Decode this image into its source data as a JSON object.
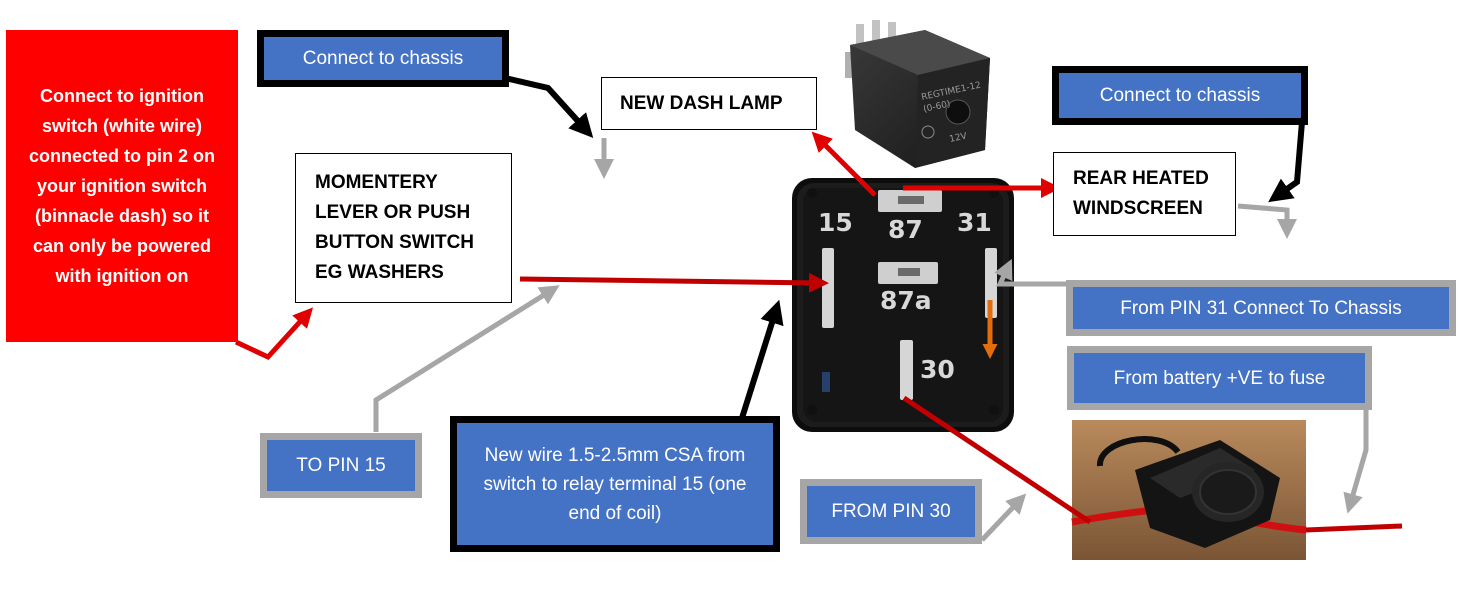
{
  "labels": {
    "ignition_note": "Connect to ignition switch (white wire) connected to pin 2 on your ignition switch (binnacle dash)  so it can only be powered with ignition on",
    "chassis_left": "Connect to chassis",
    "chassis_right": "Connect to chassis",
    "dash_lamp": "NEW DASH LAMP",
    "momentary_switch": "MOMENTERY LEVER OR PUSH BUTTON SWITCH EG WASHERS",
    "rear_screen": "REAR HEATED WINDSCREEN",
    "pin31_chassis": "From PIN 31 Connect To Chassis",
    "battery_fuse": "From battery +VE to fuse",
    "to_pin15": "TO PIN 15",
    "new_wire": "New wire 1.5-2.5mm CSA from switch to relay terminal 15 (one end of coil)",
    "from_pin30": "FROM PIN 30"
  },
  "relay_pins": {
    "p15": "15",
    "p87": "87",
    "p31": "31",
    "p87a": "87a",
    "p30": "30"
  },
  "timer_relay": {
    "model": "REGTIME1-12",
    "range": "(0-60)",
    "voltage": "12V"
  },
  "colors": {
    "wire_red": "#c00000",
    "arrow_red": "#e00000",
    "leader_black": "#000000",
    "leader_grey": "#a6a6a6",
    "box_blue": "#4472c4",
    "note_red": "#ff0000",
    "orange_arrow": "#e46c0a"
  }
}
